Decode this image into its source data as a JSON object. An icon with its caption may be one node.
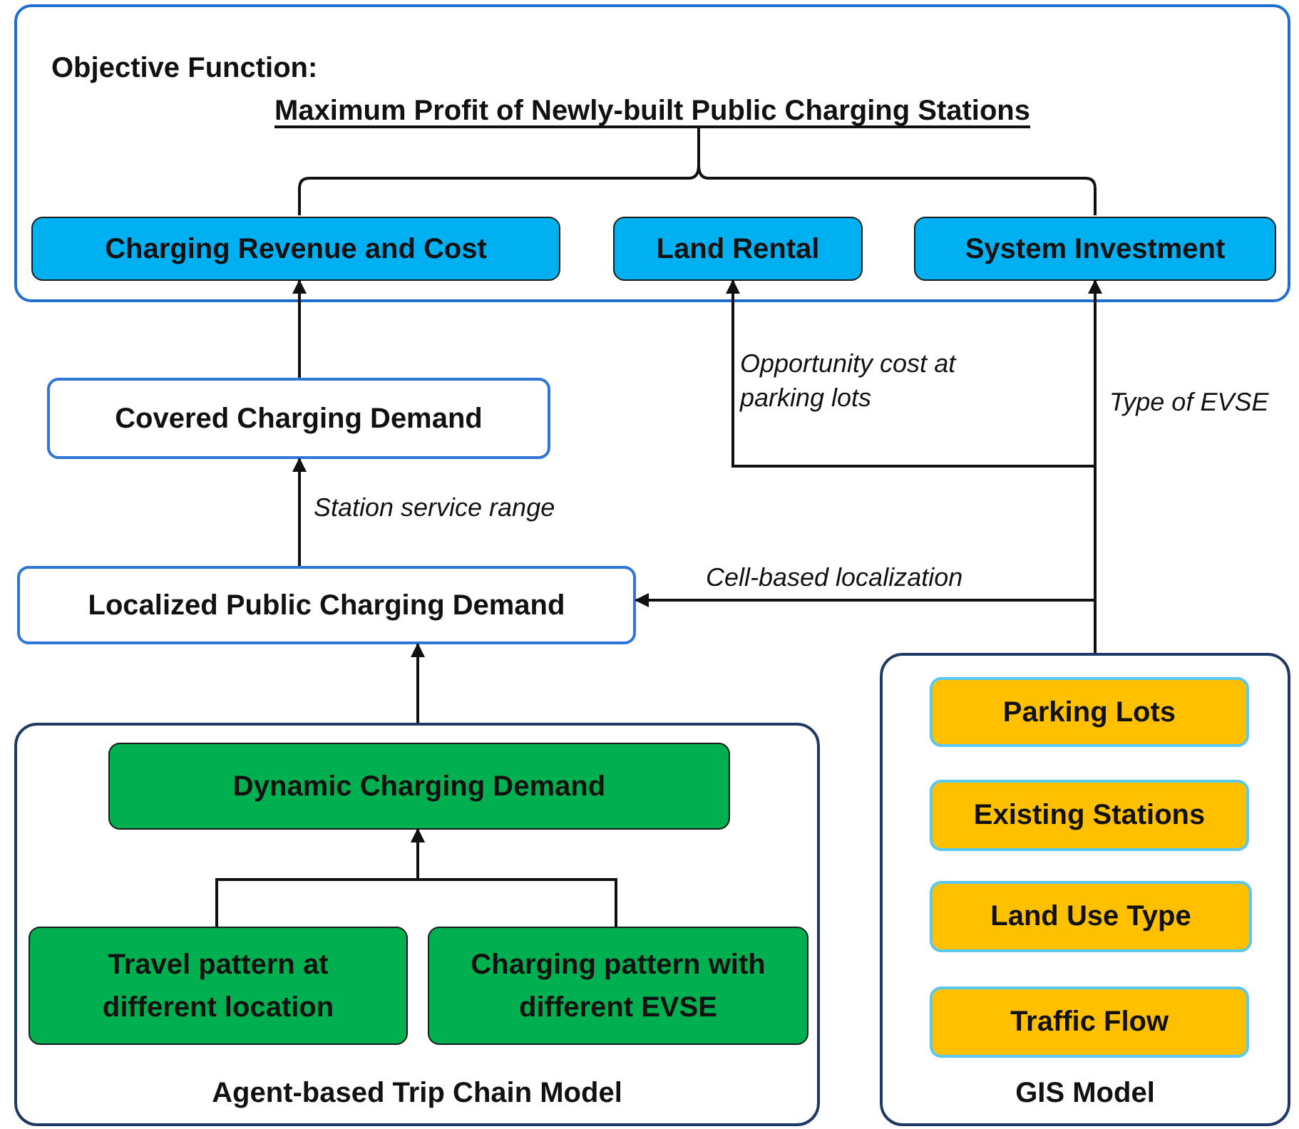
{
  "diagram": {
    "nodes": [
      {
        "text": [
          "Objective Function:",
          "Maximum Profit of Newly-built Public Charging Stations"
        ]
      },
      {
        "text": [
          "Charging Revenue and Cost"
        ],
        "in": 0
      },
      {
        "text": [
          "Land Rental"
        ],
        "in": 0
      },
      {
        "text": [
          "System Investment"
        ],
        "in": 0
      },
      {
        "text": [
          "Covered Charging Demand"
        ]
      },
      {
        "text": [
          "Localized Public Charging Demand"
        ]
      },
      {
        "text": [
          "Agent-based Trip Chain Model"
        ]
      },
      {
        "text": [
          "Dynamic Charging Demand"
        ],
        "in": 6
      },
      {
        "text": [
          "Travel pattern at different location"
        ],
        "in": 6
      },
      {
        "text": [
          "Charging pattern with different EVSE"
        ],
        "in": 6
      },
      {
        "text": [
          "GIS Model"
        ]
      },
      {
        "text": [
          "Parking Lots"
        ],
        "in": 10
      },
      {
        "text": [
          "Existing Stations"
        ],
        "in": 10
      },
      {
        "text": [
          "Land Use Type"
        ],
        "in": 10
      },
      {
        "text": [
          "Traffic Flow"
        ],
        "in": 10
      }
    ],
    "edges": [
      {
        "from": 4,
        "to": 1,
        "arrow": "to"
      },
      {
        "from": 5,
        "to": 4,
        "arrow": "to",
        "label": "Station service range"
      },
      {
        "from": 6,
        "to": 5,
        "arrow": "to"
      },
      {
        "from": 8,
        "to": 7,
        "arrow": "to"
      },
      {
        "from": 9,
        "to": 7,
        "arrow": "to"
      },
      {
        "from": 10,
        "to": 2,
        "arrow": "to",
        "label": "Opportunity cost at parking lots"
      },
      {
        "from": 10,
        "to": 3,
        "arrow": "to",
        "label": "Type of EVSE"
      },
      {
        "from": 10,
        "to": 5,
        "arrow": "to",
        "label": "Cell-based localization"
      }
    ]
  }
}
